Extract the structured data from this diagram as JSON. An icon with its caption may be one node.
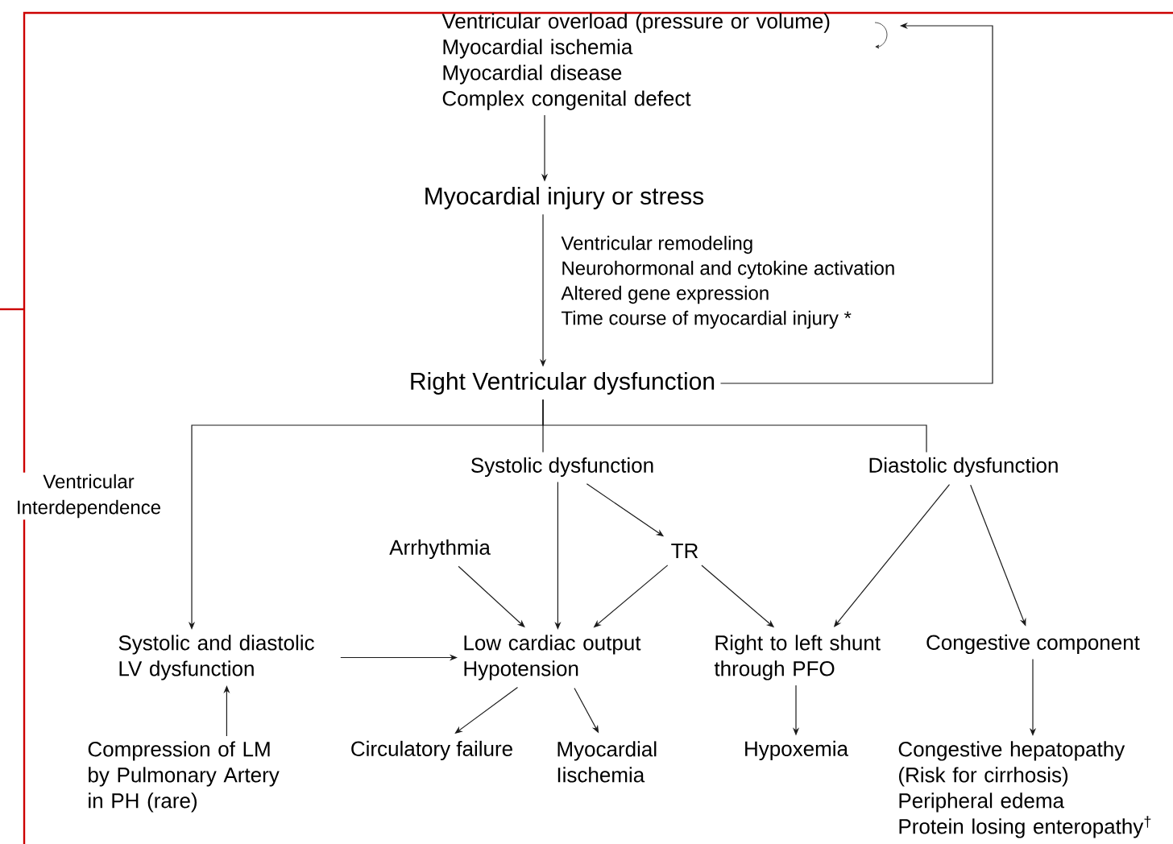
{
  "diagram": {
    "nodes": [
      {
        "text": [
          "Ventricular overload (pressure or volume)",
          "Myocardial ischemia",
          "Myocardial disease",
          "Complex congenital defect"
        ]
      },
      {
        "text": [
          "Myocardial injury or stress"
        ]
      },
      {
        "text": [
          "Right Ventricular dysfunction"
        ]
      },
      {
        "text": [
          "Systolic dysfunction"
        ]
      },
      {
        "text": [
          "Diastolic dysfunction"
        ]
      },
      {
        "text": [
          "Arrhythmia"
        ]
      },
      {
        "text": [
          "TR"
        ]
      },
      {
        "text": [
          "Systolic and diastolic LV dysfunction"
        ]
      },
      {
        "text": [
          "Low cardiac output Hypotension"
        ]
      },
      {
        "text": [
          "Right to left shunt through PFO"
        ]
      },
      {
        "text": [
          "Congestive component"
        ]
      },
      {
        "text": [
          "Compression of LM by Pulmonary Artery in PH (rare)"
        ]
      },
      {
        "text": [
          "Circulatory failure"
        ]
      },
      {
        "text": [
          "Myocardial Iischemia"
        ]
      },
      {
        "text": [
          "Hypoxemia"
        ]
      },
      {
        "text": [
          "Congestive hepatopathy (Risk for cirrhosis)",
          "Peripheral edema",
          "Protein losing enteropathy$^{†}$"
        ]
      }
    ],
    "edges": [
      {
        "from": 0,
        "to": 1,
        "arrow": "to"
      },
      {
        "from": 1,
        "to": 2,
        "arrow": "to"
      },
      {
        "from": 2,
        "to": 0,
        "arrow": "to"
      },
      {
        "from": 2,
        "to": 7,
        "arrow": "to",
        "label": "Ventricular Interdependence"
      },
      {
        "from": 2,
        "to": 3,
        "arrow": "none"
      },
      {
        "from": 2,
        "to": 4,
        "arrow": "none"
      },
      {
        "from": 3,
        "to": 8,
        "arrow": "to"
      },
      {
        "from": 3,
        "to": 6,
        "arrow": "to"
      },
      {
        "from": 5,
        "to": 8,
        "arrow": "to"
      },
      {
        "from": 6,
        "to": 8,
        "arrow": "to"
      },
      {
        "from": 6,
        "to": 9,
        "arrow": "to"
      },
      {
        "from": 4,
        "to": 9,
        "arrow": "to"
      },
      {
        "from": 4,
        "to": 10,
        "arrow": "to"
      },
      {
        "from": 7,
        "to": 8,
        "arrow": "to"
      },
      {
        "from": 11,
        "to": 7,
        "arrow": "to"
      },
      {
        "from": 8,
        "to": 12,
        "arrow": "to"
      },
      {
        "from": 8,
        "to": 13,
        "arrow": "to"
      },
      {
        "from": 9,
        "to": 14,
        "arrow": "to"
      },
      {
        "from": 10,
        "to": 15,
        "arrow": "to"
      }
    ],
    "labels": [
      "Ventricular remodeling",
      "Neurohormonal and cytokine activation",
      "Altered gene expression",
      "Time course of myocardial injury *"
    ]
  }
}
